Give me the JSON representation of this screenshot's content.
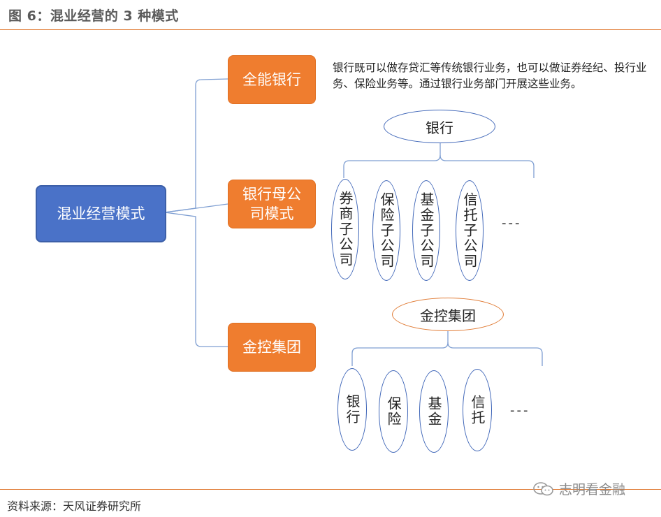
{
  "title": "图 6：混业经营的 3 种模式",
  "root_box": "混业经营模式",
  "modes": [
    {
      "label": "全能银行"
    },
    {
      "label": "银行母公\n司模式"
    },
    {
      "label": "金控集团"
    }
  ],
  "universal_bank_desc": "银行既可以做存贷汇等传统银行业务，也可以做证券经纪、投行业务、保险业务等。通过银行业务部门开展这些业务。",
  "bank_parent": {
    "top_node": "银行",
    "subsidiaries": [
      "券商子公司",
      "保险子公司",
      "基金子公司",
      "信托子公司"
    ],
    "ellipsis": "---"
  },
  "holding_group": {
    "top_node": "金控集团",
    "members": [
      "银行",
      "保险",
      "基金",
      "信托"
    ],
    "ellipsis": "---"
  },
  "source": "资料来源：天风证券研究所",
  "watermark": "志明看金融"
}
